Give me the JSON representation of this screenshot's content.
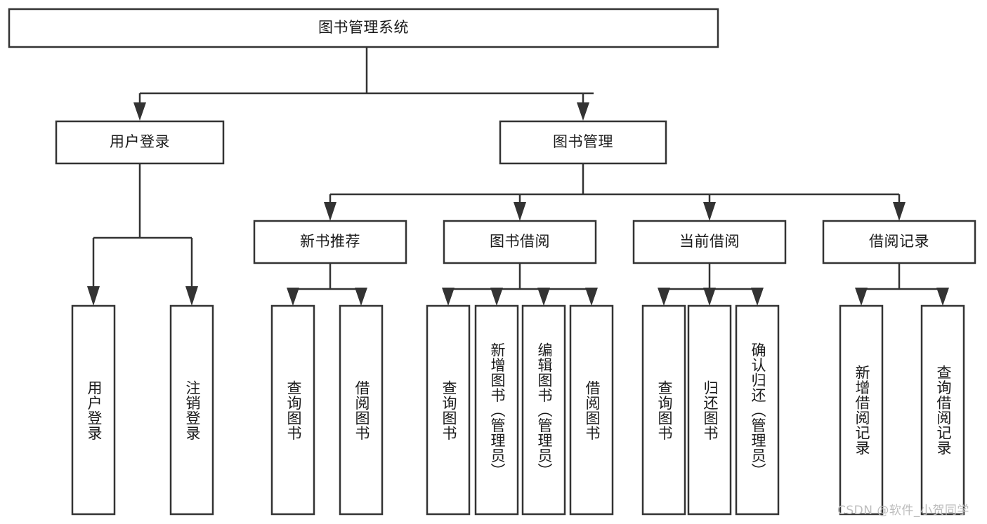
{
  "diagram": {
    "type": "tree-hierarchy-chart",
    "title": "图书管理系统",
    "orientation": "top-down",
    "colors": {
      "box_fill": "#ffffff",
      "box_stroke": "#333333",
      "text": "#1a1a1a",
      "background": "#ffffff",
      "watermark": "#bdbdbd"
    },
    "root": {
      "label": "图书管理系统",
      "id": "root-system"
    },
    "level2": [
      {
        "id": "user-login",
        "label": "用户登录"
      },
      {
        "id": "book-management",
        "label": "图书管理"
      }
    ],
    "level3": [
      {
        "id": "new-book-recommend",
        "label": "新书推荐",
        "parent": "book-management"
      },
      {
        "id": "book-borrow",
        "label": "图书借阅",
        "parent": "book-management"
      },
      {
        "id": "current-borrow",
        "label": "当前借阅",
        "parent": "book-management"
      },
      {
        "id": "borrow-record",
        "label": "借阅记录",
        "parent": "book-management"
      }
    ],
    "leaves": [
      {
        "id": "leaf-user-login",
        "label": "用户登录",
        "parent": "user-login"
      },
      {
        "id": "leaf-logout-login",
        "label": "注销登录",
        "parent": "user-login"
      },
      {
        "id": "leaf-query-book-1",
        "label": "查询图书",
        "parent": "new-book-recommend"
      },
      {
        "id": "leaf-borrow-book-1",
        "label": "借阅图书",
        "parent": "new-book-recommend"
      },
      {
        "id": "leaf-query-book-2",
        "label": "查询图书",
        "parent": "book-borrow"
      },
      {
        "id": "leaf-add-book",
        "label": "新增图书（管理员）",
        "parent": "book-borrow"
      },
      {
        "id": "leaf-edit-book",
        "label": "编辑图书（管理员）",
        "parent": "book-borrow"
      },
      {
        "id": "leaf-borrow-book-2",
        "label": "借阅图书",
        "parent": "book-borrow"
      },
      {
        "id": "leaf-query-book-3",
        "label": "查询图书",
        "parent": "current-borrow"
      },
      {
        "id": "leaf-return-book",
        "label": "归还图书",
        "parent": "current-borrow"
      },
      {
        "id": "leaf-confirm-return",
        "label": "确认归还（管理员）",
        "parent": "current-borrow"
      },
      {
        "id": "leaf-add-record",
        "label": "新增借阅记录",
        "parent": "borrow-record"
      },
      {
        "id": "leaf-query-record",
        "label": "查询借阅记录",
        "parent": "borrow-record"
      }
    ],
    "watermark": "CSDN @软件_小贺同学"
  }
}
